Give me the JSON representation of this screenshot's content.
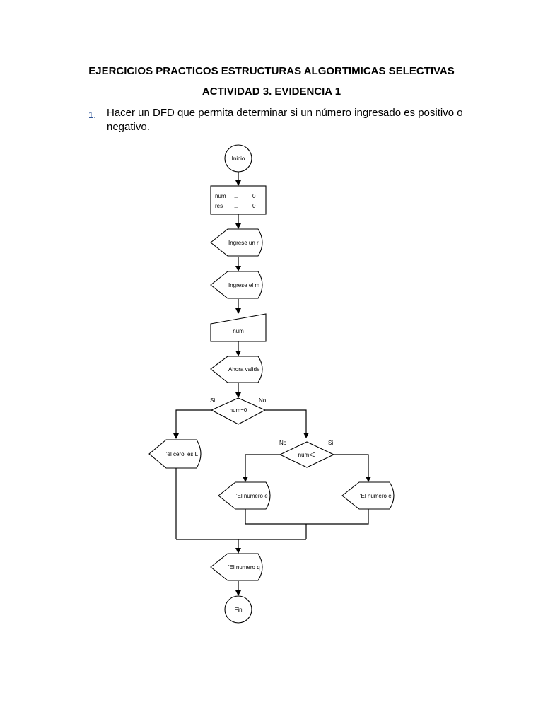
{
  "document": {
    "title": "EJERCICIOS PRACTICOS ESTRUCTURAS ALGORTIMICAS SELECTIVAS",
    "subtitle": "ACTIVIDAD 3. EVIDENCIA 1",
    "item": {
      "number": "1.",
      "text": "Hacer un DFD que permita determinar si un número ingresado es positivo o negativo."
    }
  },
  "flowchart": {
    "start": "Inicio",
    "init_var1": "num",
    "init_val1": "0",
    "init_var2": "res",
    "init_val2": "0",
    "arrow_glyph": "←",
    "output1": "Ingrese un r",
    "output2": "Ingrese el m",
    "input": "num",
    "output3": "Ahora valide",
    "decision1": "num=0",
    "decision1_yes": "Si",
    "decision1_no": "No",
    "output_zero": "'el cero, es L",
    "decision2": "num<0",
    "decision2_no": "No",
    "decision2_yes": "Si",
    "output_left": "'El numero e",
    "output_right": "'El numero e",
    "output_final": "'El numero q",
    "end": "Fin"
  }
}
